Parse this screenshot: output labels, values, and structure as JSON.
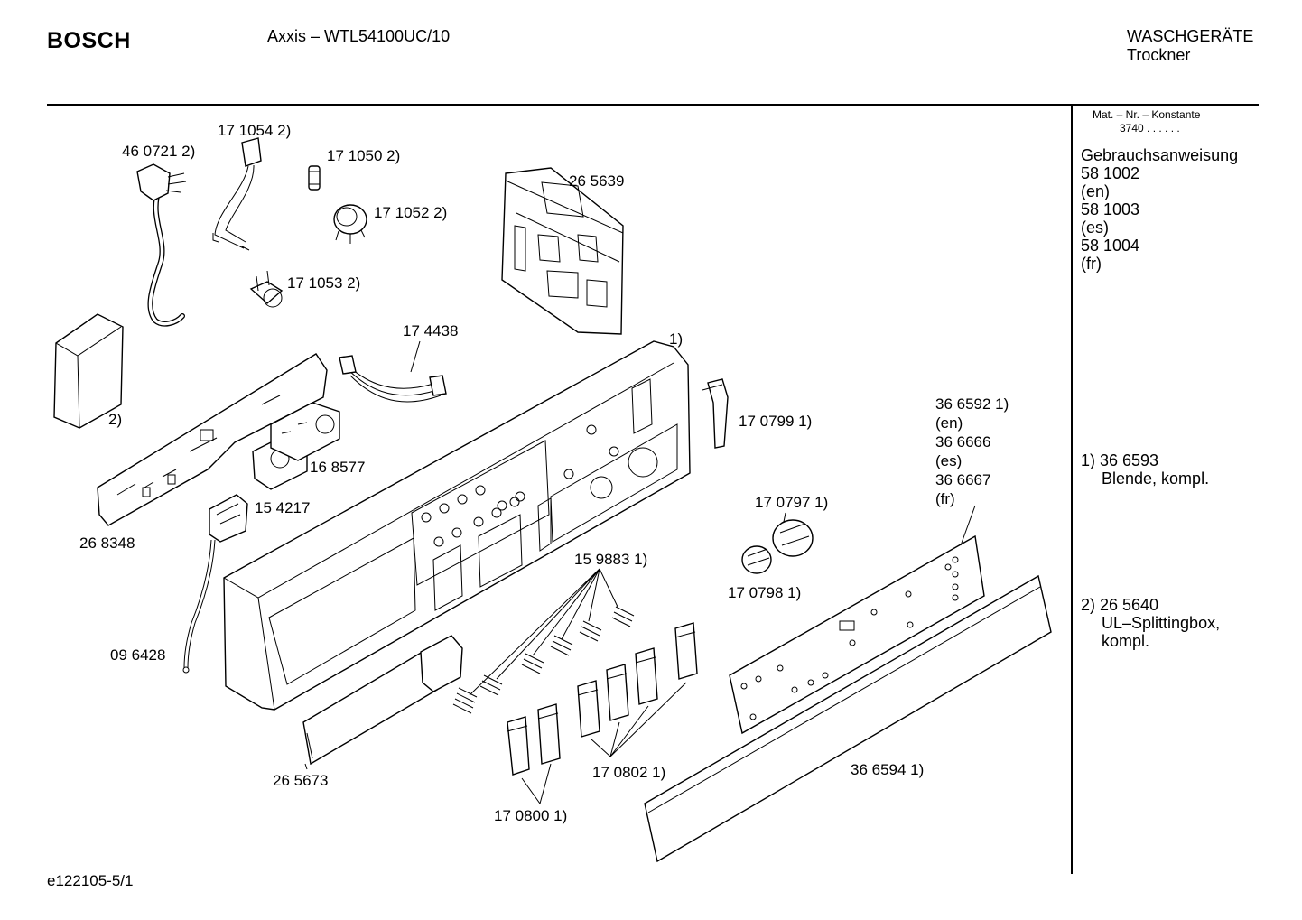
{
  "header": {
    "brand": "BOSCH",
    "model": "Axxis – WTL54100UC/10",
    "category_line1": "WASCHGERÄTE",
    "category_line2": "Trockner"
  },
  "sidebar": {
    "mat_nr_label": "Mat. – Nr. – Konstante",
    "mat_nr_value": "3740 . . . . . .",
    "manual_title": "Gebrauchsanweisung",
    "manuals": [
      {
        "number": "58 1002",
        "lang": "(en)"
      },
      {
        "number": "58 1003",
        "lang": "(es)"
      },
      {
        "number": "58 1004",
        "lang": "(fr)"
      }
    ],
    "notes": [
      {
        "line1": "1) 36 6593",
        "line2": "Blende, kompl.",
        "line3": ""
      },
      {
        "line1": "2) 26 5640",
        "line2": "UL–Splittingbox,",
        "line3": "kompl."
      }
    ]
  },
  "labels": {
    "p460721": "46 0721 2)",
    "p171054": "17 1054 2)",
    "p171050": "17 1050 2)",
    "p171052": "17 1052 2)",
    "p171053": "17 1053 2)",
    "p265639": "26 5639",
    "p174438": "17 4438",
    "p_note1": "1)",
    "p_box2": "2)",
    "p170799": "17 0799 1)",
    "p366592": "36 6592 1)",
    "p366592_l1": "(en)",
    "p366666": "36 6666",
    "p366666_l": "(es)",
    "p366667": "36 6667",
    "p366667_l": "(fr)",
    "p168577": "16 8577",
    "p154217": "15 4217",
    "p268348": "26 8348",
    "p170797": "17 0797 1)",
    "p170798": "17 0798 1)",
    "p159883": "15 9883 1)",
    "p096428": "09 6428",
    "p265673": "26 5673",
    "p170802": "17 0802 1)",
    "p366594": "36 6594 1)",
    "p170800": "17 0800 1)"
  },
  "footer": {
    "drawing_id": "e122105-5/1"
  }
}
